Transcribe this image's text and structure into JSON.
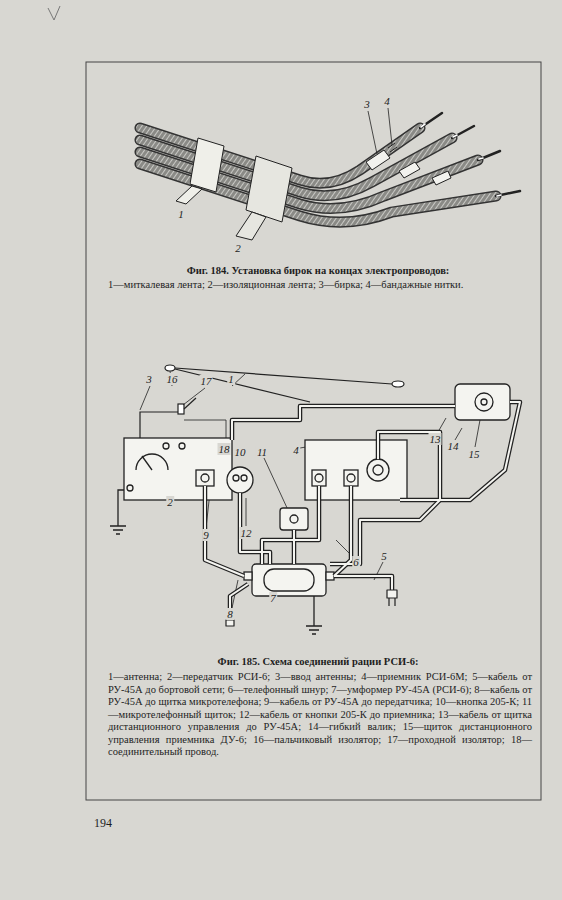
{
  "diagram": {
    "labels": [
      "3",
      "4",
      "1",
      "2",
      "Фиг. 184. Установка бирок на концах электропроводов:",
      "1—миткалевая лента; 2—изоляционная лента; 3—бирка; 4—бандажные нитки.",
      "3",
      "16",
      "17",
      "1",
      "18",
      "10",
      "11",
      "4",
      "13",
      "14",
      "15",
      "2",
      "9",
      "12",
      "6",
      "5",
      "7",
      "8",
      "Фиг. 185. Схема соединений рации РСИ-6:",
      "1—антенна; 2—передатчик РСИ-6; 3—ввод антенны; 4—приемник РСИ-6М; 5—кабель от РУ-45А до бортовой сети; 6—телефонный шнур; 7—умформер РУ-45А (РСИ-6); 8—кабель от РУ-45А до щитка микротелефона; 9—кабель от РУ-45А до передатчика; 10—кнопка 205-К; 11—микротелефонный щиток; 12—кабель от кнопки 205-К до приемника; 13—кабель от щитка дистанционного управления до РУ-45А; 14—гибкий валик; 15—щиток дистанционного управления приемника ДУ-6; 16—пальчиковый изолятор; 17—проходной изолятор; 18—соединительный провод.",
      "194"
    ]
  }
}
